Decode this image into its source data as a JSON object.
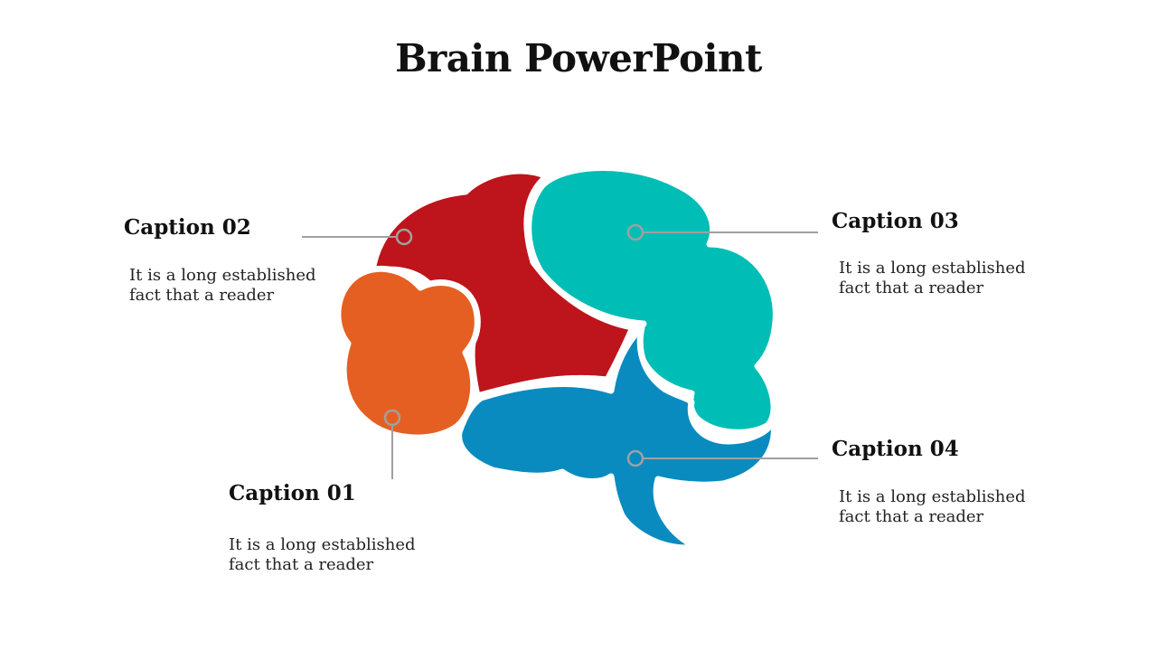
{
  "title": "Brain PowerPoint",
  "colors": {
    "red": "#BE141C",
    "teal": "#00BDB5",
    "orange": "#E65F22",
    "blue": "#0A8BBF",
    "connector": "#A0A0A0"
  },
  "captions": [
    {
      "title": "Caption 01",
      "line1": "It is a long established",
      "line2": "fact that a reader",
      "lobe": "orange"
    },
    {
      "title": "Caption 02",
      "line1": "It is a long established",
      "line2": "fact that a reader",
      "lobe": "red"
    },
    {
      "title": "Caption 03",
      "line1": "It is a long established",
      "line2": "fact that a reader",
      "lobe": "teal"
    },
    {
      "title": "Caption 04",
      "line1": "It is a long established",
      "line2": "fact that a reader",
      "lobe": "blue"
    }
  ]
}
